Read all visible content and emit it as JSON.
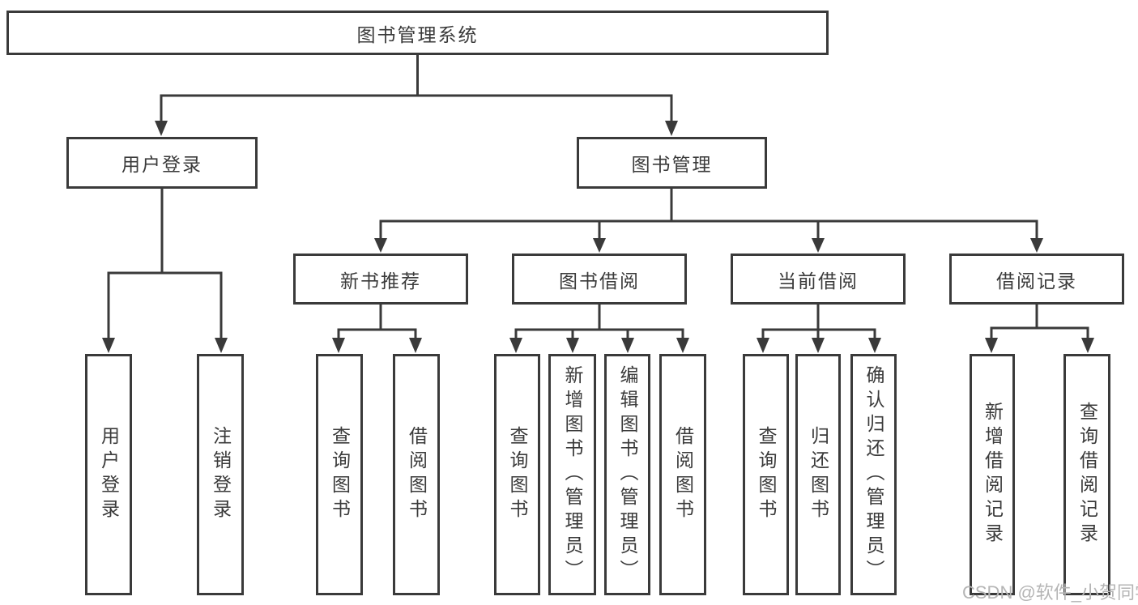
{
  "diagram": {
    "root": "图书管理系统",
    "branches": {
      "user_login": "用户登录",
      "book_mgmt": "图书管理"
    },
    "sections": {
      "new_books": "新书推荐",
      "book_borrow": "图书借阅",
      "current_borrow": "当前借阅",
      "borrow_records": "借阅记录"
    },
    "leaves": {
      "user_login": [
        "用户登录",
        "注销登录"
      ],
      "new_books": [
        "查询图书",
        "借阅图书"
      ],
      "book_borrow": [
        "查询图书",
        "新增图书（管理员）",
        "编辑图书（管理员）",
        "借阅图书"
      ],
      "current_borrow": [
        "查询图书",
        "归还图书",
        "确认归还（管理员）"
      ],
      "borrow_records": [
        "新增借阅记录",
        "查询借阅记录"
      ]
    }
  },
  "watermark": "CSDN @软件_小贺同学",
  "colors": {
    "line": "#3a3a3a",
    "text": "#3a3a3a",
    "watermark": "#b5b5b5"
  }
}
